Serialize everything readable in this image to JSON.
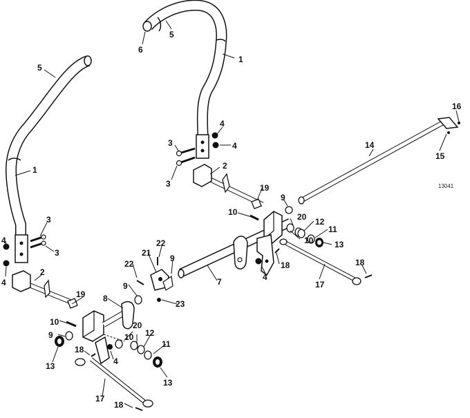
{
  "drawing_id": "13041",
  "callouts": {
    "c1a": "1",
    "c1b": "1",
    "c2a": "2",
    "c2b": "2",
    "c3a": "3",
    "c3b": "3",
    "c3c": "3",
    "c3d": "3",
    "c4a": "4",
    "c4b": "4",
    "c4c": "4",
    "c4d": "4",
    "c4e": "4",
    "c4f": "4",
    "c5a": "5",
    "c5b": "5",
    "c6": "6",
    "c7": "7",
    "c8": "8",
    "c9a": "9",
    "c9b": "9",
    "c9c": "9",
    "c9d": "9",
    "c10a": "10",
    "c10b": "10",
    "c10c": "10",
    "c10d": "10",
    "c11a": "11",
    "c11b": "11",
    "c12a": "12",
    "c12b": "12",
    "c13a": "13",
    "c13b": "13",
    "c13c": "13",
    "c14": "14",
    "c15": "15",
    "c16": "16",
    "c17a": "17",
    "c17b": "17",
    "c18a": "18",
    "c18b": "18",
    "c18c": "18",
    "c18d": "18",
    "c19a": "19",
    "c19b": "19",
    "c20a": "20",
    "c20b": "20",
    "c21": "21",
    "c22a": "22",
    "c22b": "22",
    "c23": "23"
  }
}
